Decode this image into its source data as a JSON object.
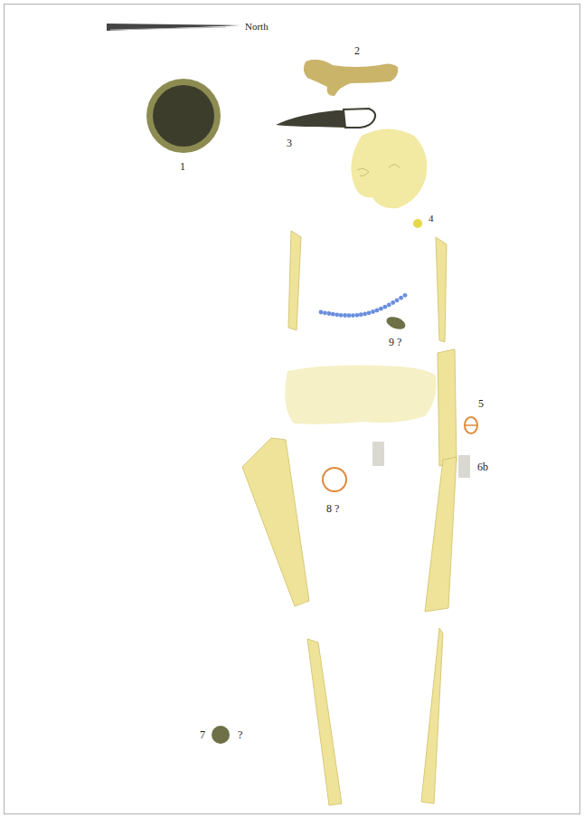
{
  "diagram": {
    "labels": [
      "North",
      "2",
      "1",
      "3",
      "4",
      "9 ?",
      "5",
      "6b",
      "8 ?",
      "7",
      "?"
    ]
  }
}
